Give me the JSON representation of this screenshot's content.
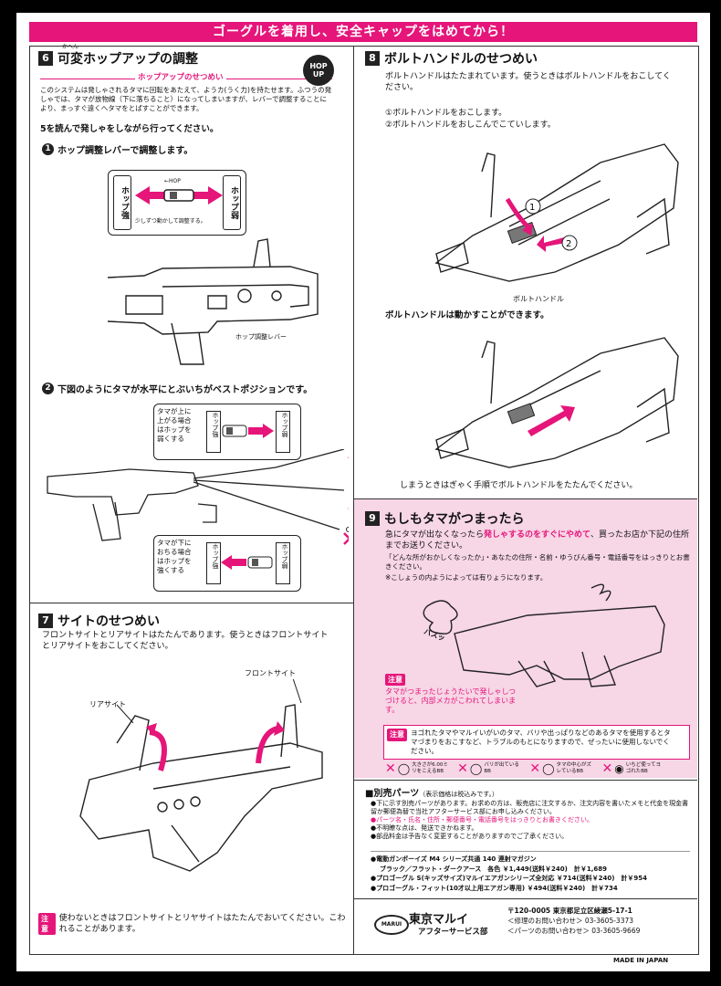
{
  "banner": "ゴーグルを着用し、安全キャップをはめてから！",
  "sec6": {
    "num": "6",
    "title": "可変ホップアップの調整",
    "ruby": "かへん",
    "box_title": "ホップアップのせつめい",
    "badge": "HOP UP",
    "box_text": "このシステムは発しゃされるタマに回転をあたえて、ようカ(うく力)を持たせます。ふつうの発しゃでは、タマが放物線（下に落ちること）になってしまいますが、レバーで調整することにより、まっすぐ遠くへタマをとばすことができます。",
    "ref": "5を読んで発しゃをしながら行ってください。",
    "step1": "ホップ調整レバーで調整します。",
    "hop_strong": "ホップ強",
    "hop_weak": "ホップ弱",
    "hop_label": "←HOP",
    "hop_note": "少しずつ動かして調整する。",
    "lever_label": "ホップ調整レバー",
    "step2": "下図のようにタマが水平にとぶいちがベストポジションです。",
    "up_note": "タマが上に上がる場合はホップを弱くする",
    "down_note": "タマが下におちる場合はホップを強くする"
  },
  "sec7": {
    "num": "7",
    "title": "サイトのせつめい",
    "text": "フロントサイトとリアサイトはたたんであります。使うときはフロントサイトとリアサイトをおこしてください。",
    "front": "フロントサイト",
    "rear": "リアサイト",
    "caution_label": "注意",
    "caution": "使わないときはフロントサイトとリヤサイトはたたんでおいてください。こわれることがあります。"
  },
  "sec8": {
    "num": "8",
    "title": "ボルトハンドルのせつめい",
    "text": "ボルトハンドルはたたまれています。使うときはボルトハンドルをおこしてください。",
    "s1": "①ボルトハンドルをおこします。",
    "s2": "②ボルトハンドルをおしこんでこていします。",
    "handle_label": "ボルトハンドル",
    "movable": "ボルトハンドルは動かすことができます。",
    "fold": "しまうときはぎゃく手順でボルトハンドルをたたんでください。"
  },
  "sec9": {
    "num": "9",
    "title": "もしもタマがつまったら",
    "text1": "急にタマが出なくなったら",
    "text_em": "発しゃするのをすぐにやめて",
    "text2": "、買ったお店か下記の住所までお送りください。",
    "info": "「どんな所がおかしくなったか」・あなたの住所・名前・ゆうびん番号・電話番号をはっきりとお書きください。",
    "note": "※こしょうの内ようによっては有りょうになります。",
    "sound": "バスッ",
    "caution_label": "注意",
    "caution1": "タマがつまったじょうたいで発しゃしつづけると、内部メカがこわれてしまいます。",
    "caution2": "ヨゴれたタマやマルイいがいのタマ、バリや出っぱりなどのあるタマを使用するとタマづまりをおこすなど、トラブルのもとになりますので、ぜったいに使用しないでください。",
    "bb": [
      "大きさが6.00ミリをこえるBB",
      "バリが出ているBB",
      "タマの中心がズレているBB",
      "いちど使ってヨゴれたBB"
    ]
  },
  "parts": {
    "title": "■別売パーツ",
    "sub": "（表示価格は税込みです。）",
    "lines": [
      "●下に示す別売パーツがあります。お求めの方は、販売店に注文するか、注文内容を書いたメモと代金を現金書留か郵便為替で当社アフターサービス部にお申し込みください。",
      "●パーツ名・氏名・住所・郵便番号・電話番号をはっきりとお書きください。",
      "●不明瞭な点は、発送できかねます。",
      "●部品料金は予告なく変更することがありますのでご了承ください。"
    ],
    "items": [
      "●電動ガンボーイズ M4 シリーズ共通 140 連射マガジン",
      "ブラック／フラット・ダークアース　各色 ￥1,449(送料￥240)　計￥1,689",
      "●プロゴーグル S(キッズサイズ)マルイエアガンシリーズ全対応 ￥714(送料￥240)　計￥954",
      "●プロゴーグル・フィット(10才以上用エアガン専用) ￥494(送料￥240)　計￥734"
    ]
  },
  "company": {
    "logo": "MARUI",
    "name": "東京マルイ",
    "dept": "アフターサービス部",
    "address": "〒120-0005 東京都足立区綾瀬5-17-1",
    "tel1": "＜修理のお問い合わせ＞ 03-3605-3373",
    "tel2": "＜パーツのお問い合わせ＞ 03-3605-9669"
  },
  "made_in": "MADE IN JAPAN"
}
